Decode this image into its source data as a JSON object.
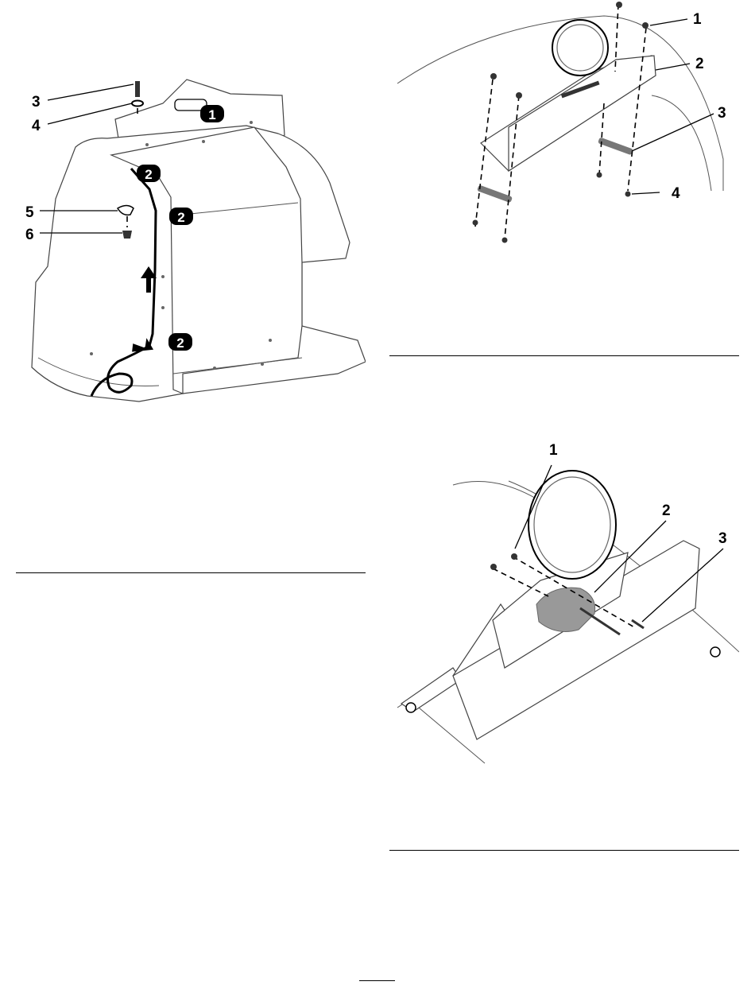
{
  "figure1": {
    "callouts": [
      "3",
      "4",
      "5",
      "6"
    ],
    "badges": [
      "1",
      "2",
      "2",
      "2"
    ]
  },
  "figure2": {
    "callouts": [
      "1",
      "2",
      "3",
      "4"
    ]
  },
  "figure3": {
    "callouts": [
      "1",
      "2",
      "3"
    ]
  }
}
